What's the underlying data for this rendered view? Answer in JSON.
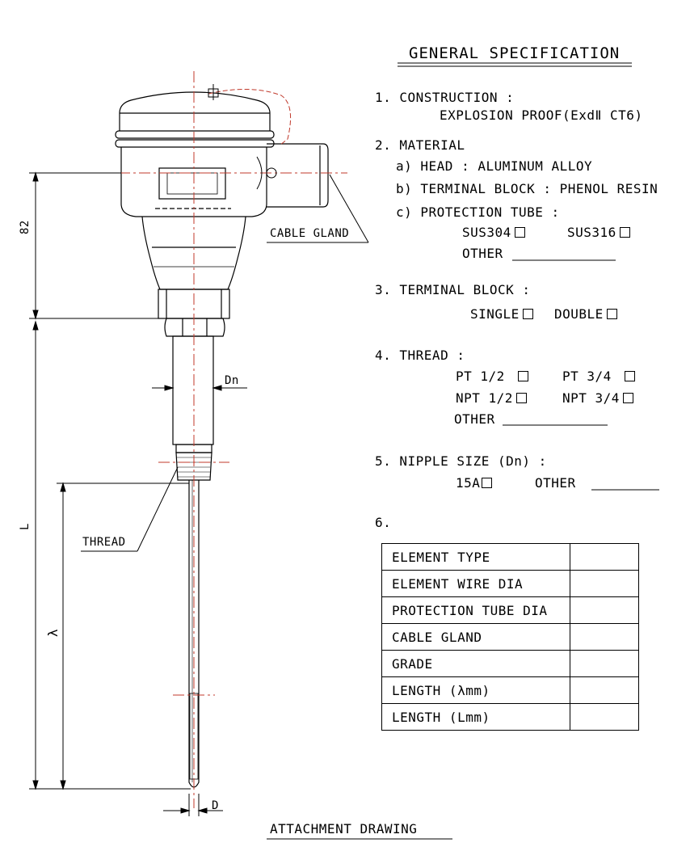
{
  "drawing": {
    "dim_82": "82",
    "dim_L": "L",
    "dim_l": "λ",
    "dim_Dn": "Dn",
    "dim_D": "D",
    "cable_gland_label": "CABLE GLAND",
    "thread_label": "THREAD",
    "caption": "ATTACHMENT DRAWING"
  },
  "spec": {
    "title": "GENERAL SPECIFICATION",
    "construction": {
      "heading": "1. CONSTRUCTION :",
      "value": "EXPLOSION PROOF(ExdⅡ  CT6)"
    },
    "material": {
      "heading": "2. MATERIAL",
      "head": "a) HEAD : ALUMINUM ALLOY",
      "terminal_block": "b) TERMINAL BLOCK : PHENOL RESIN",
      "protection_tube": "c) PROTECTION TUBE :",
      "sus304": "SUS304",
      "sus316": "SUS316",
      "other": "OTHER"
    },
    "terminal_block": {
      "heading": "3. TERMINAL BLOCK :",
      "single": "SINGLE",
      "double": "DOUBLE"
    },
    "thread": {
      "heading": "4. THREAD :",
      "pt12": "PT 1/2",
      "pt34": "PT 3/4",
      "npt12": "NPT 1/2",
      "npt34": "NPT 3/4",
      "other": "OTHER"
    },
    "nipple": {
      "heading": "5. NIPPLE SIZE (Dn) :",
      "a15": "15A",
      "other": "OTHER"
    },
    "item6": "6.",
    "table": [
      {
        "label": "ELEMENT TYPE",
        "value": ""
      },
      {
        "label": "ELEMENT WIRE DIA",
        "value": ""
      },
      {
        "label": "PROTECTION TUBE DIA",
        "value": ""
      },
      {
        "label": "CABLE GLAND",
        "value": ""
      },
      {
        "label": "GRADE",
        "value": ""
      },
      {
        "label": "LENGTH (λmm)",
        "value": ""
      },
      {
        "label": "LENGTH (Lmm)",
        "value": ""
      }
    ]
  }
}
